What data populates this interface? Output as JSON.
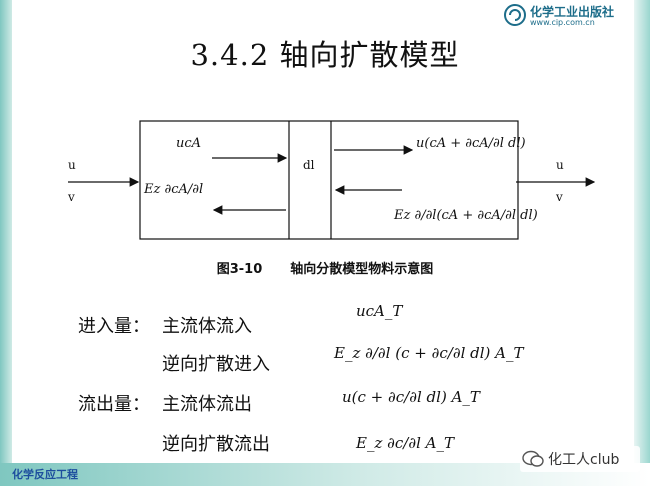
{
  "publisher": {
    "name": "化学工业出版社",
    "url": "www.cip.com.cn"
  },
  "title": "3.4.2 轴向扩散模型",
  "diagram": {
    "inlet_u": "u",
    "inlet_v": "v",
    "outlet_u": "u",
    "outlet_v": "v",
    "element_label": "dl",
    "flux_in_convective": "ucA",
    "flux_in_dispersive": "Ez ∂cA/∂l",
    "flux_out_convective": "u(cA + ∂cA/∂l dl)",
    "flux_out_dispersive": "Ez ∂/∂l(cA + ∂cA/∂l dl)"
  },
  "caption": {
    "number": "图3-10",
    "text": "轴向分散模型物料示意图"
  },
  "balance": [
    {
      "group": "进入量：",
      "item": "主流体流入",
      "formula": "ucA_T"
    },
    {
      "group": "",
      "item": "逆向扩散进入",
      "formula": "E_z ∂/∂l (c + ∂c/∂l dl) A_T"
    },
    {
      "group": "流出量：",
      "item": "主流体流出",
      "formula": "u(c + ∂c/∂l dl) A_T"
    },
    {
      "group": "",
      "item": "逆向扩散流出",
      "formula": "E_z ∂c/∂l A_T"
    }
  ],
  "footer": {
    "left": "化学反应工程",
    "wechat": "化工人club"
  },
  "colors": {
    "accent": "#7fc7c0",
    "publisher": "#1d6d8a",
    "footer_text": "#1d4e9e"
  }
}
